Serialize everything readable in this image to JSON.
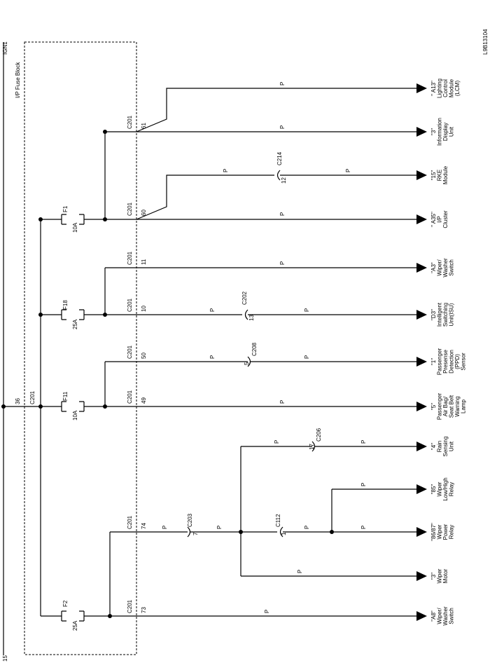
{
  "power": {
    "ign_label": "IGN1",
    "pin_top": "36",
    "pin_bottom": "15",
    "fuse_block_label": "I/P Fuse Block",
    "c201_main": "C201",
    "diagram_code": "L9B13104"
  },
  "fuses": [
    {
      "name": "F1",
      "rating": "10A"
    },
    {
      "name": "F18",
      "rating": "25A"
    },
    {
      "name": "F11",
      "rating": "10A"
    },
    {
      "name": "F2",
      "rating": "25A"
    }
  ],
  "wire_color": "P",
  "c201_pins": [
    {
      "connector": "C201",
      "pin": "61"
    },
    {
      "connector": "C201",
      "pin": "60"
    },
    {
      "connector": "C201",
      "pin": "11"
    },
    {
      "connector": "C201",
      "pin": "10"
    },
    {
      "connector": "C201",
      "pin": "50"
    },
    {
      "connector": "C201",
      "pin": "49"
    },
    {
      "connector": "C201",
      "pin": "74"
    },
    {
      "connector": "C201",
      "pin": "73"
    }
  ],
  "inline_connectors": [
    {
      "name": "C214",
      "pin": "12"
    },
    {
      "name": "C202",
      "pin": "13"
    },
    {
      "name": "C208",
      "pin": "5"
    },
    {
      "name": "C206",
      "pin": "17"
    },
    {
      "name": "C203",
      "pin": "7"
    },
    {
      "name": "C112",
      "pin": "1"
    }
  ],
  "destinations": [
    {
      "lines": [
        "\" A13\"",
        "Lighting",
        "Control",
        "Module",
        "(LCM)"
      ]
    },
    {
      "lines": [
        "\"3\"",
        "Information",
        "Display",
        "Unit"
      ]
    },
    {
      "lines": [
        "\"15\"",
        "RKE",
        "Module"
      ]
    },
    {
      "lines": [
        "\" A35\"",
        "I/P",
        "Cluster"
      ]
    },
    {
      "lines": [
        "\"A3\"",
        "Wiper/",
        "Washer",
        "Switch"
      ]
    },
    {
      "lines": [
        "\"D3\"",
        "Intelligent",
        "Switching",
        "Unit(ISU)"
      ]
    },
    {
      "lines": [
        "\"1\"",
        "Passenger",
        "Presense",
        "Detection",
        "(PPD)",
        "Sensor"
      ]
    },
    {
      "lines": [
        "\"5\"",
        "Passenger",
        "Air Bag/",
        "Seat Belt",
        "Warning",
        "Lamp"
      ]
    },
    {
      "lines": [
        "\"4\"",
        "Rain",
        "Sensing",
        "Unit"
      ]
    },
    {
      "lines": [
        "\"85\"",
        "Wiper",
        "Low/High",
        "Relay"
      ]
    },
    {
      "lines": [
        "\"86/87\"",
        "Wiper",
        "Power",
        "Relay"
      ]
    },
    {
      "lines": [
        "\"3\"",
        "Wiper",
        "Motor"
      ]
    },
    {
      "lines": [
        "\"A8\"",
        "Wiper/",
        "Washer",
        "Switch"
      ]
    }
  ]
}
